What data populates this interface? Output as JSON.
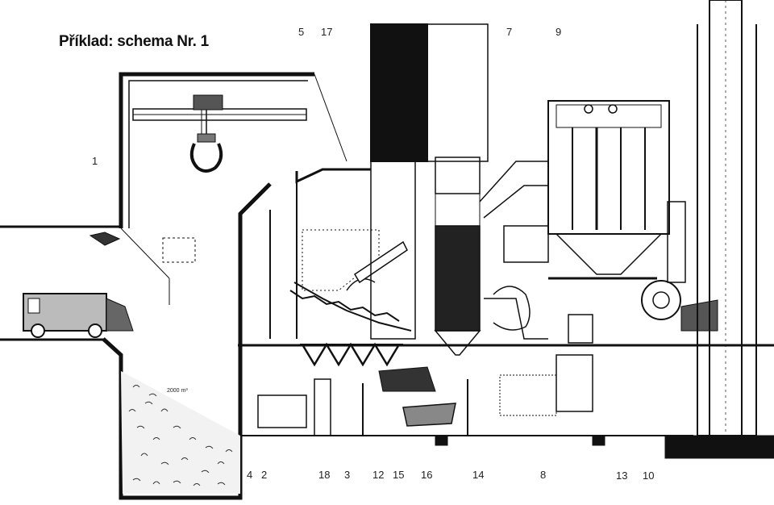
{
  "title": "Příklad: schema Nr. 1",
  "bunker_note": "2000 m³",
  "labels": {
    "l1": "1",
    "l5": "5",
    "l17": "17",
    "l7": "7",
    "l9": "9",
    "l4": "4",
    "l2": "2",
    "l18": "18",
    "l3": "3",
    "l12": "12",
    "l15": "15",
    "l16": "16",
    "l14": "14",
    "l8": "8",
    "l13": "13",
    "l10": "10"
  }
}
